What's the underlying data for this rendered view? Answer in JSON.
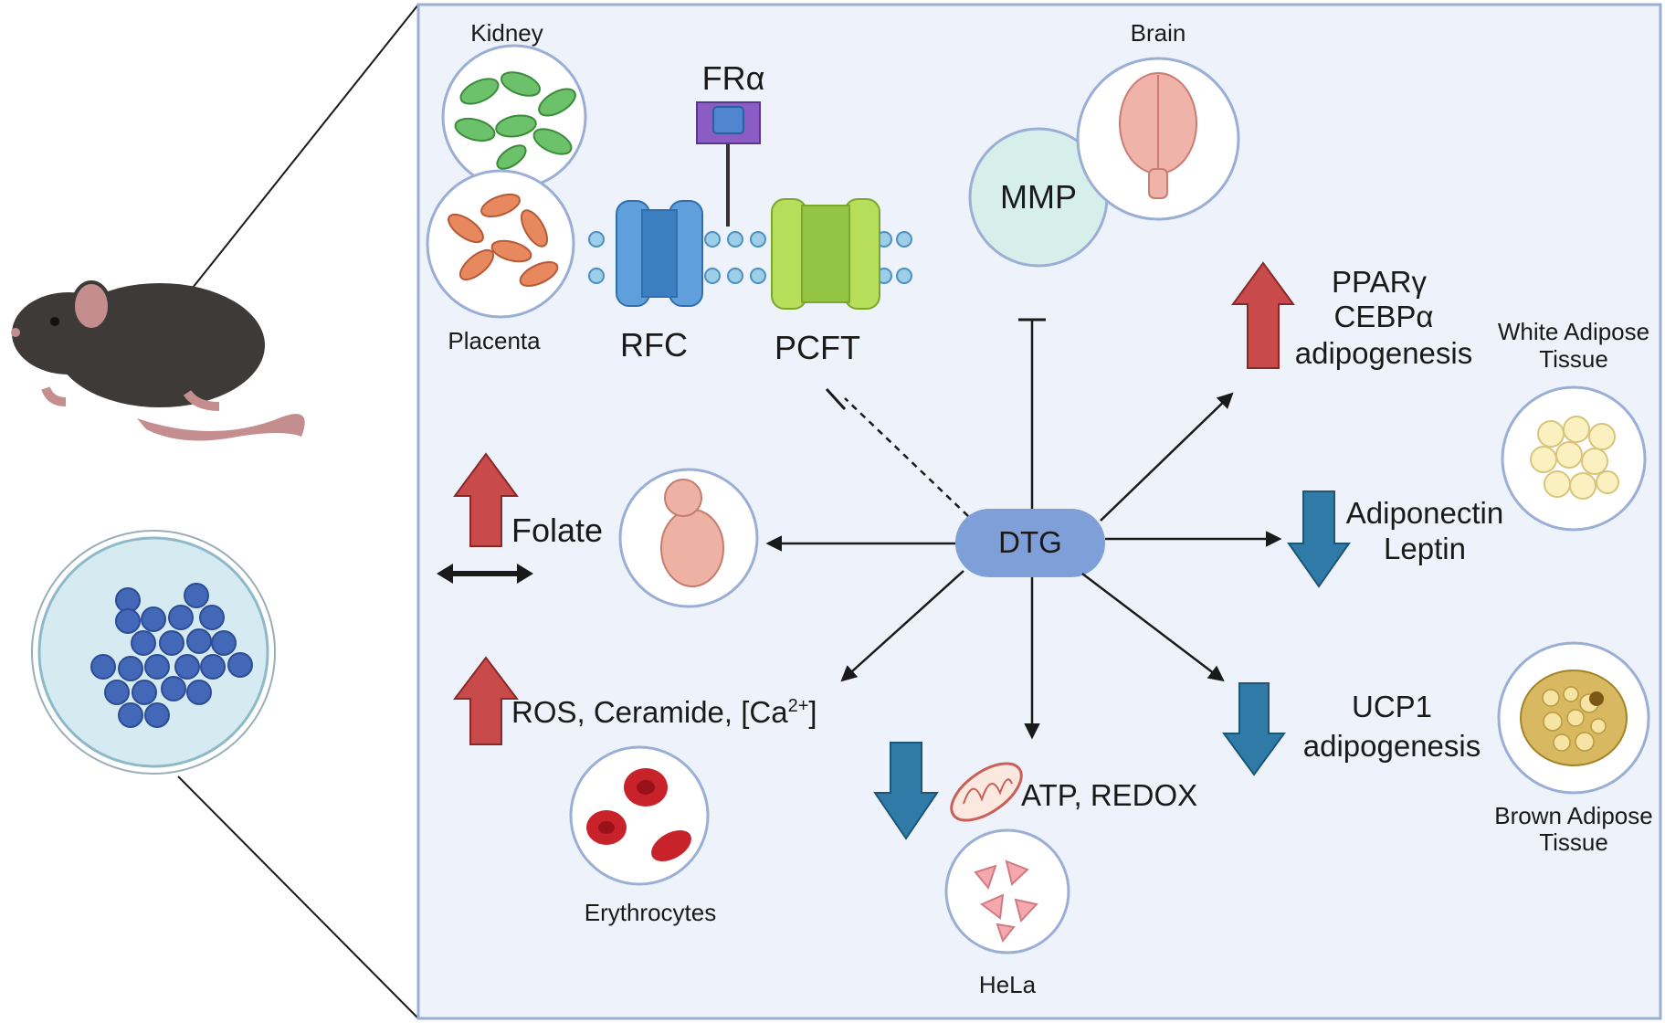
{
  "center": {
    "label": "DTG"
  },
  "tissues": {
    "kidney": "Kidney",
    "placenta": "Placenta",
    "brain": "Brain",
    "wat_line1": "White Adipose",
    "wat_line2": "Tissue",
    "bat_line1": "Brown Adipose",
    "bat_line2": "Tissue",
    "erythrocytes": "Erythrocytes",
    "hela": "HeLa"
  },
  "transporters": {
    "receptor": "FRα",
    "rfc": "RFC",
    "pcft": "PCFT",
    "mmp": "MMP"
  },
  "effects": {
    "folate": "Folate",
    "ros": "ROS, Ceramide, [Ca",
    "ros_sup": "2+",
    "ros_end": "]",
    "atp": "ATP, REDOX",
    "ppar_1": "PPARγ",
    "ppar_2": "CEBPα",
    "ppar_3": "adipogenesis",
    "adipo_1": "Adiponectin",
    "adipo_2": "Leptin",
    "ucp_1": "UCP1",
    "ucp_2": "adipogenesis"
  },
  "colors": {
    "panel_bg": "#eef3fb",
    "panel_border": "#9aaed6",
    "up_arrow": "#c94a4a",
    "down_arrow": "#2f7aa6",
    "center_node": "#7f9fd8",
    "circle_border": "#9aaed6"
  }
}
